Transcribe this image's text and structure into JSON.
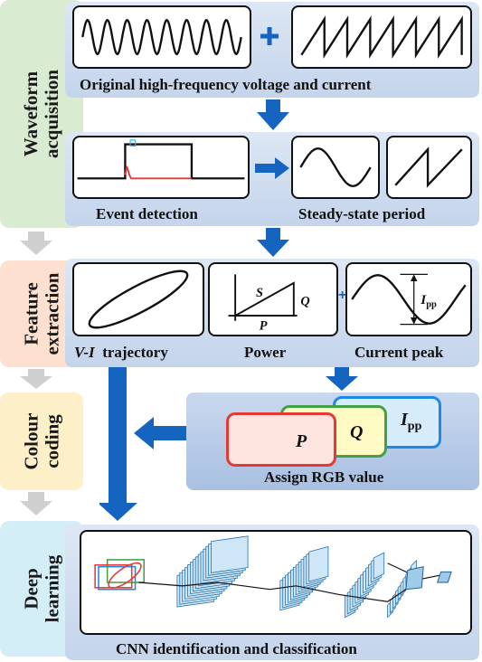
{
  "stages": {
    "waveform": "Waveform acquisition",
    "feature": "Feature extraction",
    "colour": "Colour coding",
    "deep": "Deep learning"
  },
  "captions": {
    "original": "Original high-frequency voltage and current",
    "event": "Event detection",
    "steady": "Steady-state period",
    "vi_prefix": "V-I",
    "vi_suffix": "trajectory",
    "power": "Power",
    "current_peak": "Current peak",
    "assign": "Assign RGB value",
    "cnn": "CNN identification and classification"
  },
  "power_labels": {
    "S": "S",
    "Q": "Q",
    "P": "P"
  },
  "ipp": {
    "main": "I",
    "sub": "pp"
  },
  "rgb": {
    "p": "P",
    "q": "Q",
    "ipp_main": "I",
    "ipp_sub": "pp"
  },
  "symbols": {
    "plus": "+"
  },
  "colors": {
    "arrow": "#1565c0",
    "waveform_stage": "#d9ecd2",
    "feature_stage": "#fde0cf",
    "colour_stage": "#fdefc8",
    "deep_stage": "#d4eef7",
    "p_border": "#e53935",
    "q_border": "#43a047",
    "ipp_border": "#1e88e5",
    "p_fill": "#fde4df",
    "q_fill": "#fff9c4",
    "ipp_fill": "#d6ecfb"
  }
}
